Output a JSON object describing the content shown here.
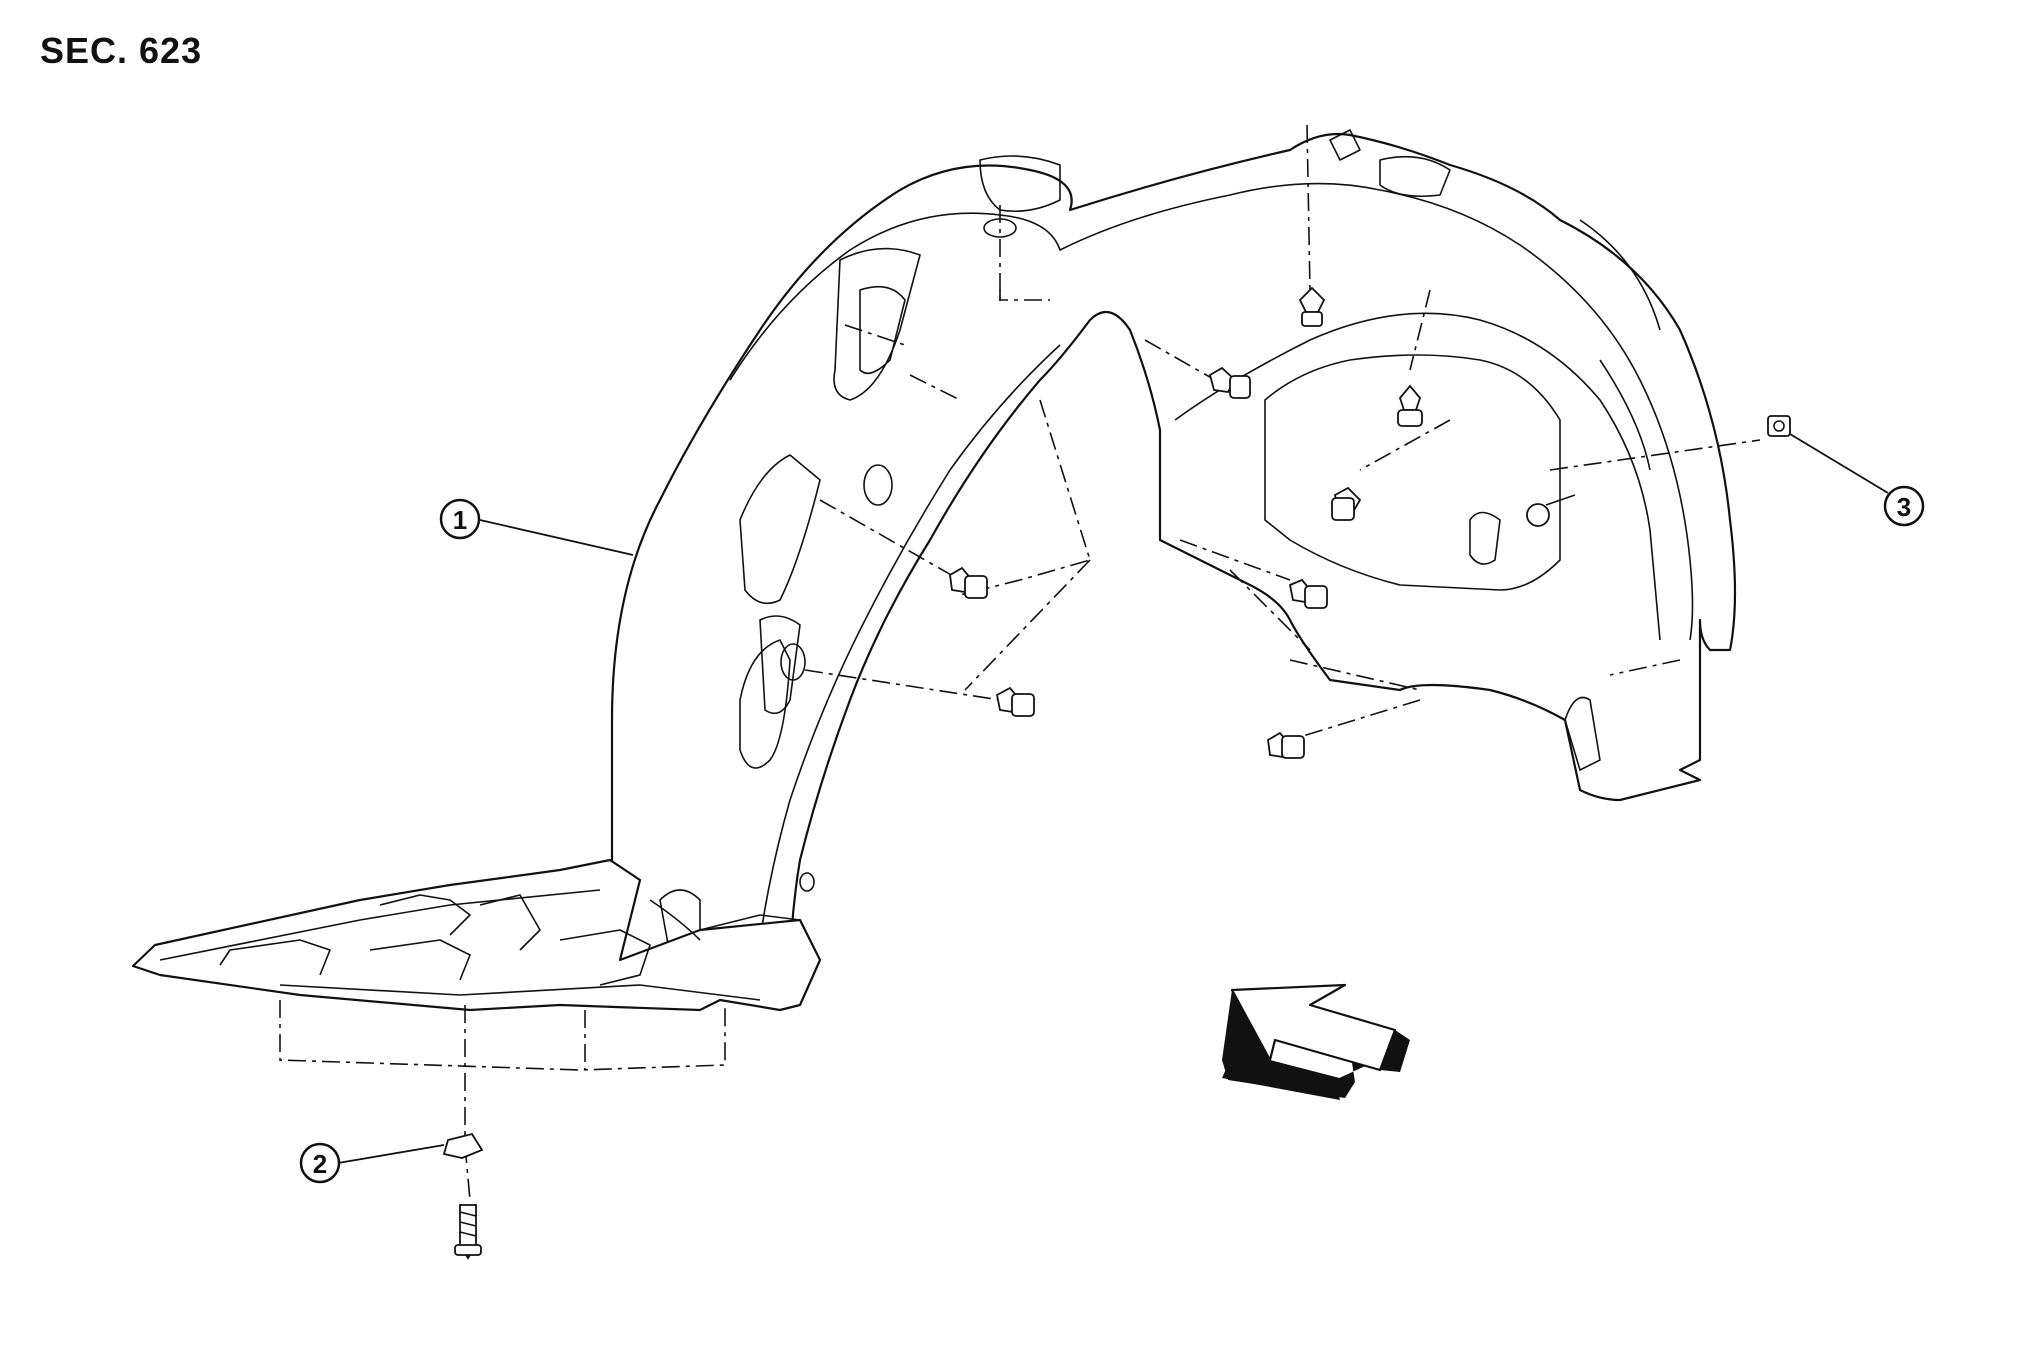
{
  "header": {
    "section_label": "SEC. 623"
  },
  "callouts": [
    {
      "id": "1",
      "label": "1",
      "part": "fender-protector"
    },
    {
      "id": "2",
      "label": "2",
      "part": "clip-nut"
    },
    {
      "id": "3",
      "label": "3",
      "part": "clip"
    }
  ],
  "icons": {
    "direction_arrow": "front-direction-arrow-icon"
  },
  "colors": {
    "line": "#111111",
    "background": "#ffffff"
  }
}
